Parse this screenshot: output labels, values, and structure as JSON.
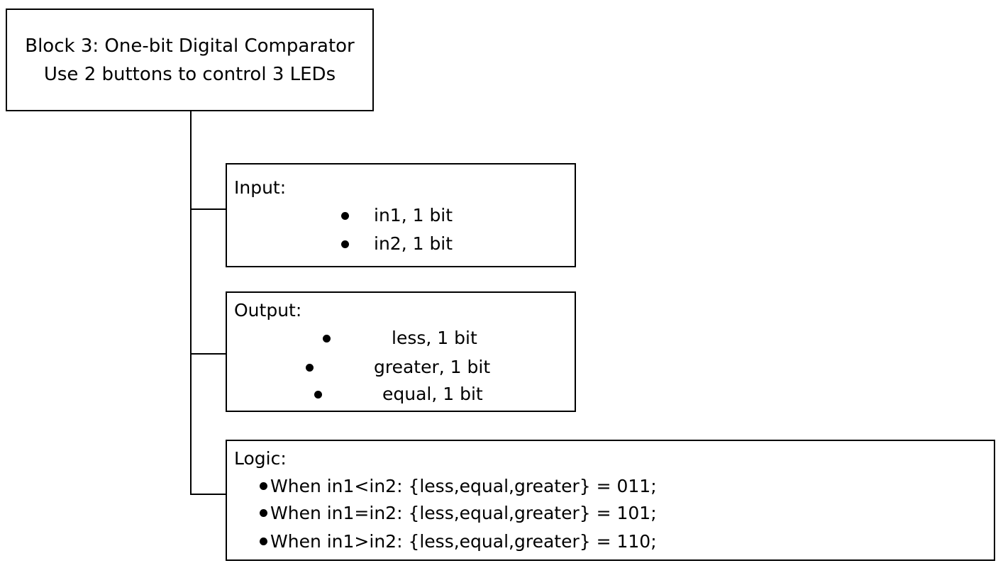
{
  "title_block": {
    "line1": "Block 3: One-bit Digital Comparator",
    "line2": "Use 2 buttons to control 3 LEDs"
  },
  "input_block": {
    "heading": "Input:",
    "items": [
      "in1, 1 bit",
      "in2, 1 bit"
    ]
  },
  "output_block": {
    "heading": "Output:",
    "items": [
      "less, 1 bit",
      "greater, 1 bit",
      "equal, 1 bit"
    ]
  },
  "logic_block": {
    "heading": "Logic:",
    "items": [
      "When in1<in2: {less,equal,greater} = 011;",
      "When in1=in2: {less,equal,greater} = 101;",
      "When in1>in2: {less,equal,greater} = 110;"
    ]
  }
}
